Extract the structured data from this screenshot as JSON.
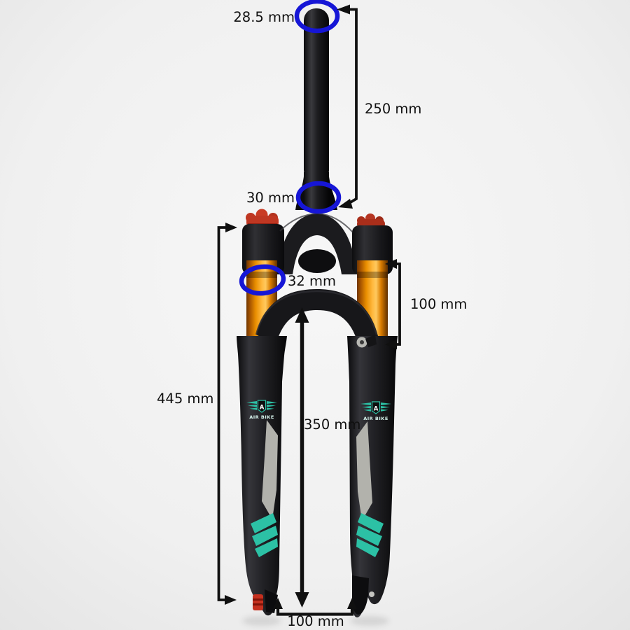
{
  "scene": {
    "description": "Product dimension diagram of an AIR BIKE air suspension bicycle fork on a light studio background"
  },
  "colors": {
    "background": "#f0f0f0",
    "annotation_black": "#101010",
    "highlight_blue": "#1616d6",
    "fork_black": "#1a1a1c",
    "stanchion_orange": "#f09200",
    "brand_teal": "#2cc1a5",
    "knob_red": "#c0371f",
    "decal_gray": "#b2b2ac"
  },
  "branding": {
    "logo_text": "AIR BIKE",
    "logo_initial": "A"
  },
  "annotations": {
    "steerer_top_diameter": "28.5 mm",
    "steerer_length": "250 mm",
    "steerer_base_diameter": "30 mm",
    "stanchion_diameter": "32 mm",
    "travel": "100 mm",
    "axle_to_crown": "445 mm",
    "leg_length": "350 mm",
    "dropout_spacing": "100 mm"
  }
}
